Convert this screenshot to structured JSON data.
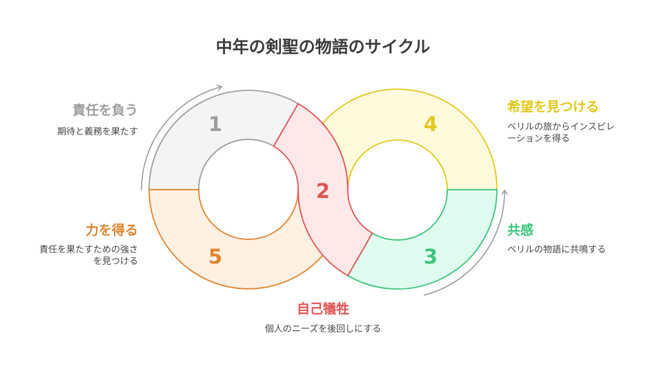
{
  "title": "中年の剣聖の物語のサイクル",
  "stages": [
    {
      "number": "1",
      "heading": "責任を負う",
      "description": "期待と義務を果たす",
      "color": "#9e9e9e",
      "fill": "#f4f4f4"
    },
    {
      "number": "2",
      "heading": "自己犠牲",
      "description": "個人のニーズを後回しにする",
      "color": "#e05555",
      "fill": "#ffe8e8"
    },
    {
      "number": "3",
      "heading": "共感",
      "description": "ベリルの物語に共鳴する",
      "color": "#3cc47c",
      "fill": "#e0fbef"
    },
    {
      "number": "4",
      "heading": "希望を見つける",
      "description": "ベリルの旅からインスピレーションを得る",
      "color": "#e2c81b",
      "fill": "#fffadc"
    },
    {
      "number": "5",
      "heading": "力を得る",
      "description": "責任を果たすための強さを見つける",
      "color": "#e0842e",
      "fill": "#fff0e2"
    }
  ],
  "arrow_color": "#999999"
}
